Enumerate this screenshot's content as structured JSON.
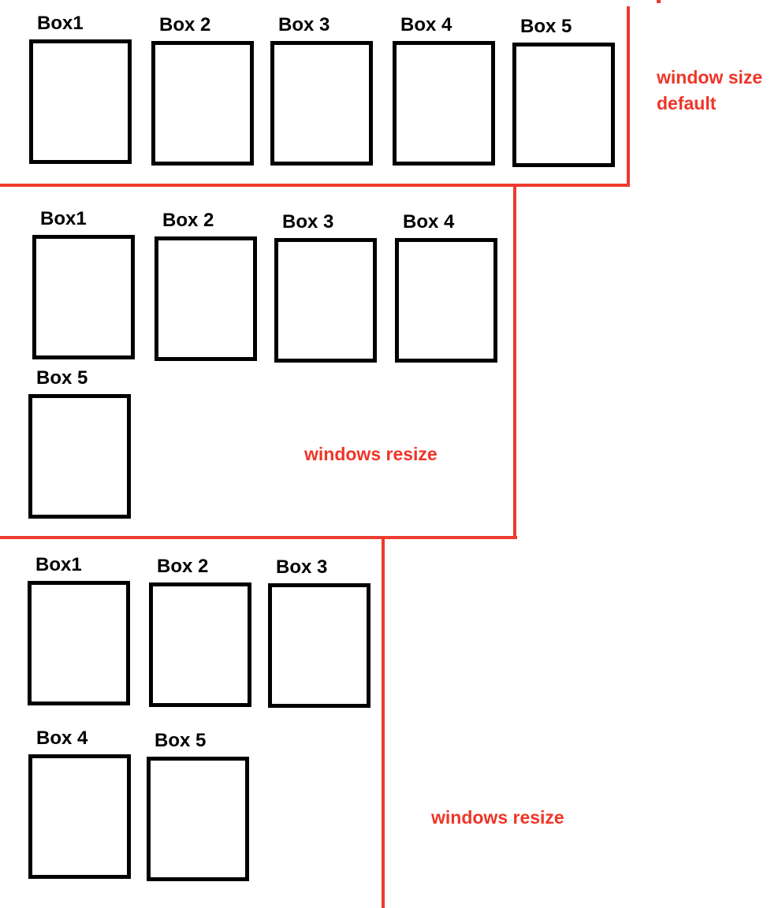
{
  "colors": {
    "annotation_red": "#ee3b2e",
    "box_border_black": "#000000",
    "background": "#ffffff"
  },
  "sections": [
    {
      "id": "window-size-default",
      "annotation": {
        "lines": [
          "window size",
          "default"
        ]
      },
      "rows": [
        {
          "boxes": [
            "Box1",
            "Box 2",
            "Box 3",
            "Box 4",
            "Box 5"
          ]
        }
      ]
    },
    {
      "id": "windows-resize-1",
      "annotation": {
        "lines": [
          "windows resize"
        ]
      },
      "rows": [
        {
          "boxes": [
            "Box1",
            "Box 2",
            "Box 3",
            "Box 4"
          ]
        },
        {
          "boxes": [
            "Box 5"
          ]
        }
      ]
    },
    {
      "id": "windows-resize-2",
      "annotation": {
        "lines": [
          "windows resize"
        ]
      },
      "rows": [
        {
          "boxes": [
            "Box1",
            "Box 2",
            "Box 3"
          ]
        },
        {
          "boxes": [
            "Box 4",
            "Box 5"
          ]
        }
      ]
    }
  ]
}
